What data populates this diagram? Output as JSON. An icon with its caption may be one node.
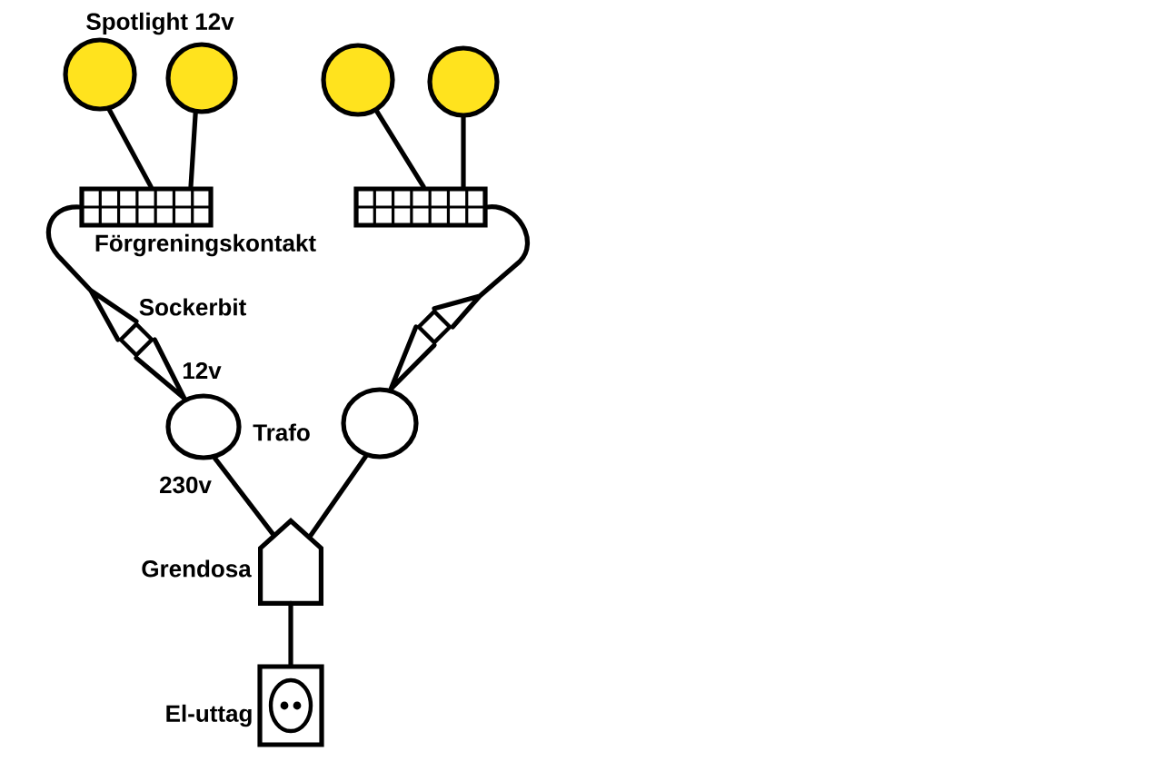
{
  "diagram": {
    "nodes": [
      {
        "text": [],
        "shape": "circle"
      },
      {
        "text": [],
        "shape": "circle"
      },
      {
        "text": [],
        "shape": "circle"
      },
      {
        "text": [],
        "shape": "circle"
      },
      {
        "text": [],
        "shape": "box",
        "beside": [
          "Förgreningskontakt"
        ]
      },
      {
        "text": [],
        "shape": "box"
      },
      {
        "text": [],
        "shape": "diamond",
        "beside": [
          "Sockerbit"
        ]
      },
      {
        "text": [],
        "shape": "diamond"
      },
      {
        "text": [],
        "shape": "circle",
        "beside": [
          "Trafo"
        ]
      },
      {
        "text": [],
        "shape": "circle"
      },
      {
        "text": [],
        "shape": "pentagon",
        "beside": [
          "Grendosa"
        ]
      },
      {
        "text": [],
        "shape": "socket",
        "beside": [
          "El-uttag"
        ]
      }
    ],
    "edges": [
      {
        "from": 0,
        "to": 4,
        "arrow": "none"
      },
      {
        "from": 1,
        "to": 4,
        "arrow": "none"
      },
      {
        "from": 2,
        "to": 5,
        "arrow": "none"
      },
      {
        "from": 3,
        "to": 5,
        "arrow": "none"
      },
      {
        "from": 4,
        "to": 6,
        "arrow": "none"
      },
      {
        "from": 6,
        "to": 8,
        "arrow": "none"
      },
      {
        "from": 5,
        "to": 7,
        "arrow": "none"
      },
      {
        "from": 7,
        "to": 9,
        "arrow": "none"
      },
      {
        "from": 8,
        "to": 10,
        "arrow": "none"
      },
      {
        "from": 9,
        "to": 10,
        "arrow": "none"
      },
      {
        "from": 10,
        "to": 11,
        "arrow": "none"
      }
    ],
    "labels": [
      "Spotlight 12v",
      "12v",
      "230v"
    ]
  }
}
